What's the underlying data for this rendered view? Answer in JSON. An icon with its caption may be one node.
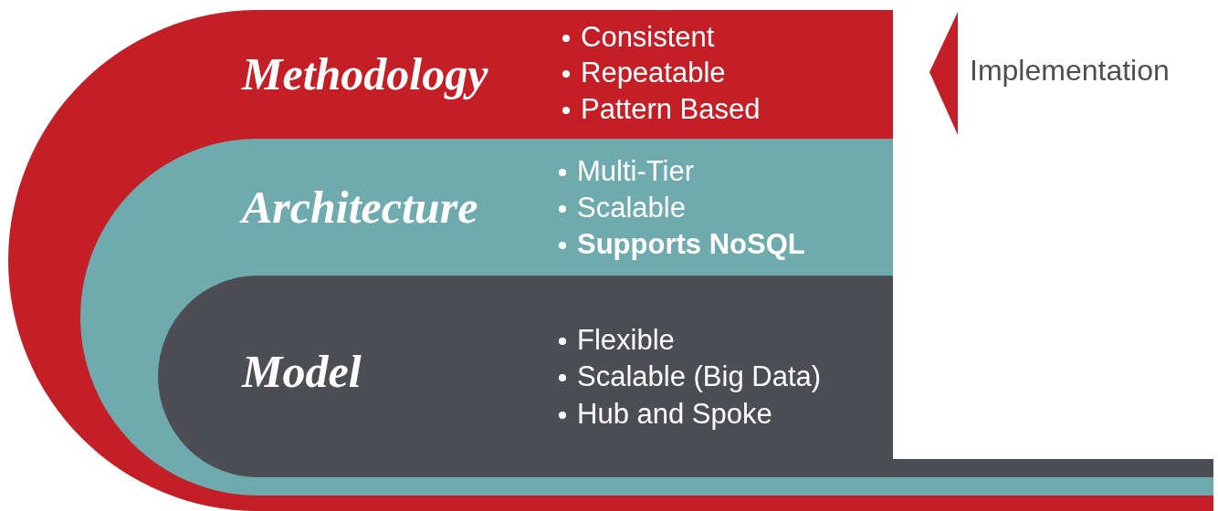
{
  "diagram": {
    "nodes": [
      {
        "text": [
          "Methodology",
          "Consistent",
          "Repeatable",
          "Pattern Based"
        ]
      },
      {
        "text": [
          "Architecture",
          "Multi-Tier",
          "Scalable",
          "**Supports NoSQL**"
        ],
        "in": 0
      },
      {
        "text": [
          "Model",
          "Flexible",
          "Scalable (Big Data)",
          "Hub and Spoke"
        ],
        "in": 1
      }
    ],
    "labels": [
      "Implementation"
    ]
  }
}
